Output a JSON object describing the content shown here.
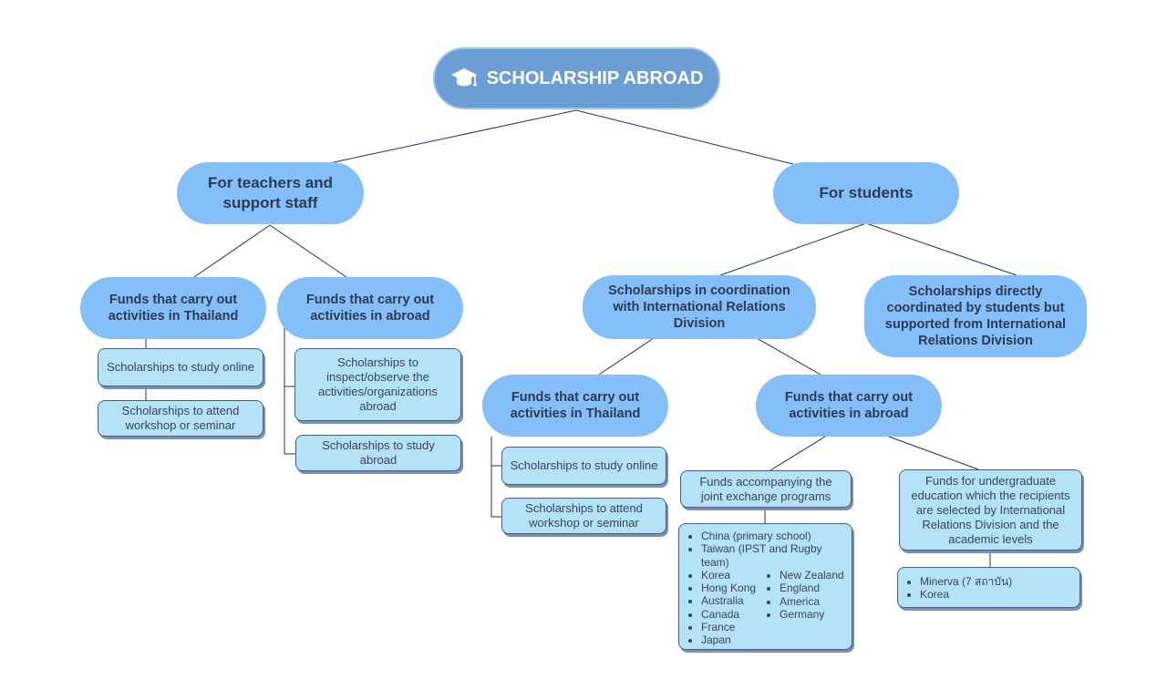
{
  "root": {
    "title": "SCHOLARSHIP ABROAD",
    "icon": "graduation-cap-icon"
  },
  "teachers": {
    "label": "For teachers and support staff",
    "thailand": {
      "label": "Funds that carry out activities in Thailand",
      "items": [
        "Scholarships to study online",
        "Scholarships to attend workshop or seminar"
      ]
    },
    "abroad": {
      "label": "Funds that carry out activities in abroad",
      "items": [
        "Scholarships to inspect/observe the activities/organizations abroad",
        "Scholarships to study abroad"
      ]
    }
  },
  "students": {
    "label": "For students",
    "coordination": {
      "label": "Scholarships in coordination with International Relations Division",
      "thailand": {
        "label": "Funds that carry out activities in Thailand",
        "items": [
          "Scholarships to study online",
          "Scholarships to attend workshop or seminar"
        ]
      },
      "abroad": {
        "label": "Funds that carry out activities in abroad",
        "exchange": {
          "label": "Funds accompanying the joint exchange programs",
          "countries_col1": [
            "China (primary school)",
            "Taiwan (IPST  and Rugby team)",
            "Korea",
            "Hong Kong",
            "Australia",
            "Canada",
            "France",
            "Japan"
          ],
          "countries_col2": [
            "New Zealand",
            "England",
            "America",
            "Germany"
          ]
        },
        "undergraduate": {
          "label": "Funds for undergraduate education which the recipients are selected by International Relations Division and the academic levels",
          "items": [
            "Minerva (7 สถาบัน)",
            "Korea"
          ]
        }
      }
    },
    "direct": {
      "label": "Scholarships directly coordinated by students but supported from International Relations Division"
    }
  },
  "colors": {
    "root": "#6b9ed4",
    "pill": "#85bffa",
    "box": "#b4e3f8",
    "line": "#2a2a6e"
  }
}
